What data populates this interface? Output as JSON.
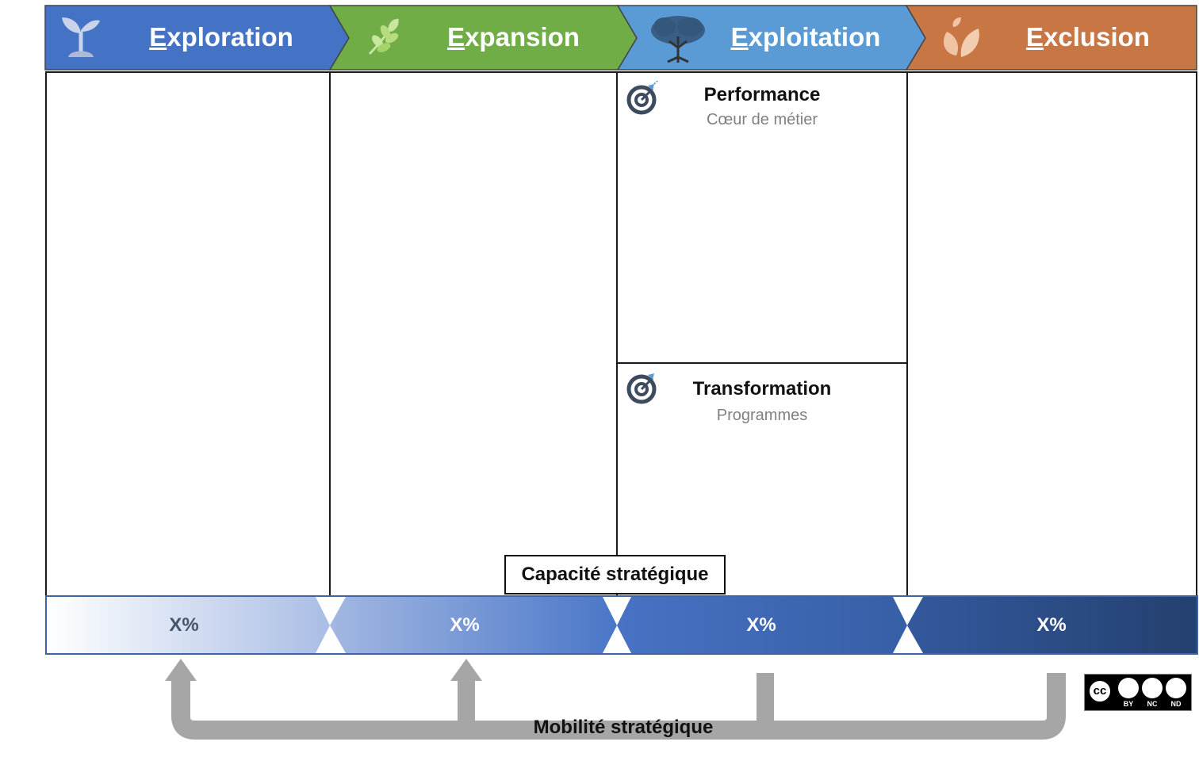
{
  "columns": [
    {
      "title": "Exploration",
      "color": "#4472C4",
      "icon": "sprout-icon"
    },
    {
      "title": "Expansion",
      "color": "#70AD47",
      "icon": "leaf-branch-icon"
    },
    {
      "title": "Exploitation",
      "color": "#5B9BD5",
      "icon": "tree-icon"
    },
    {
      "title": "Exclusion",
      "color": "#C97645",
      "icon": "falling-leaves-icon"
    }
  ],
  "exploitation_sections": [
    {
      "title": "Performance",
      "subtitle": "Cœur de métier",
      "icon": "target-icon"
    },
    {
      "title": "Transformation",
      "subtitle": "Programmes",
      "icon": "target-icon"
    }
  ],
  "capacity_label": "Capacité stratégique",
  "percentages": [
    "X%",
    "X%",
    "X%",
    "X%"
  ],
  "mobility_label": "Mobilité stratégique",
  "license": {
    "badge_text": "cc",
    "labels": [
      "BY",
      "NC",
      "ND"
    ]
  }
}
